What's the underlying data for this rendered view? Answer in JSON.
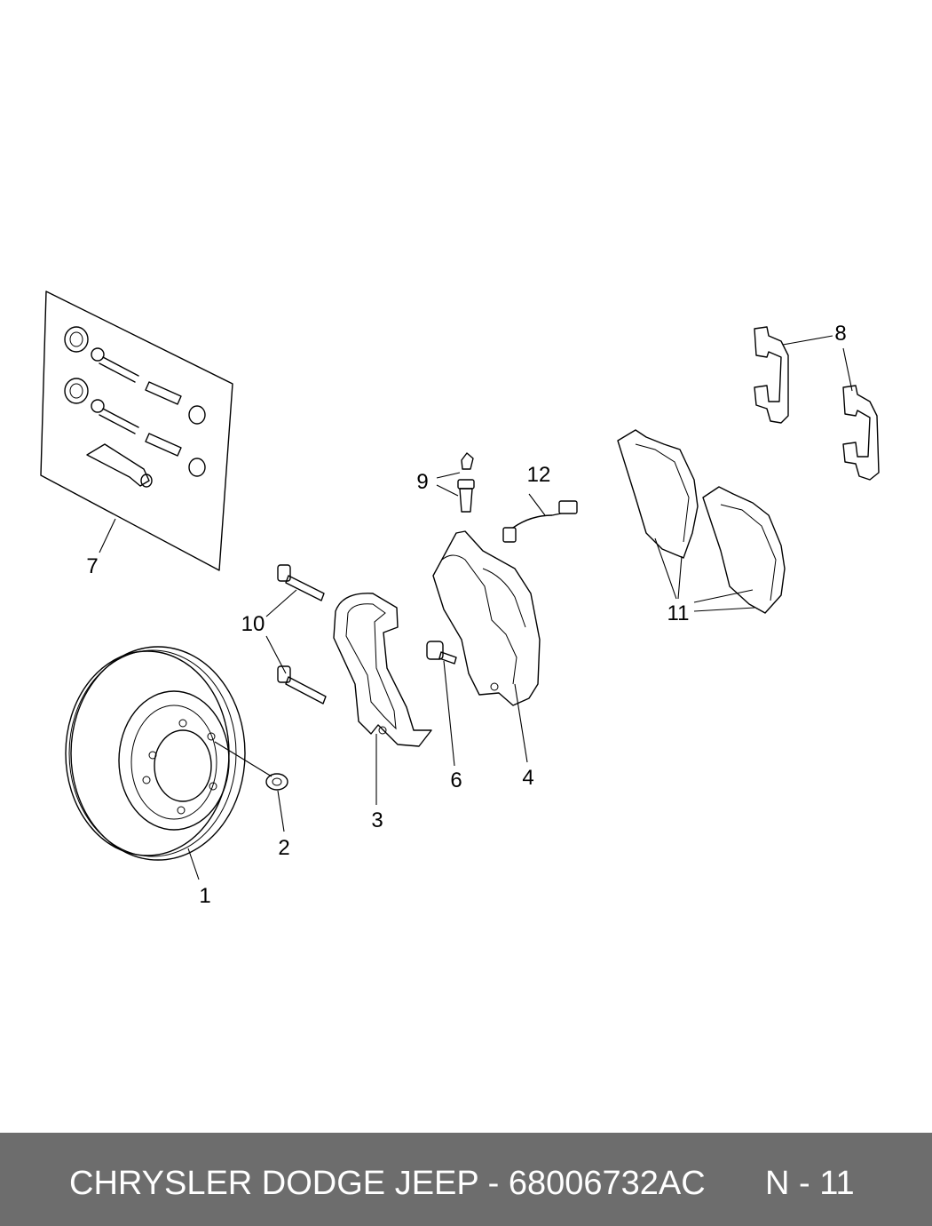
{
  "diagram": {
    "callouts": [
      "1",
      "2",
      "3",
      "4",
      "6",
      "7",
      "8",
      "9",
      "10",
      "11",
      "12"
    ]
  },
  "footer": {
    "part_text": "CHRYSLER DODGE JEEP - 68006732AC",
    "page_text": "N - 11"
  },
  "colors": {
    "footer_bg": "#6d6d6d",
    "footer_text": "#ffffff",
    "line": "#000000"
  }
}
